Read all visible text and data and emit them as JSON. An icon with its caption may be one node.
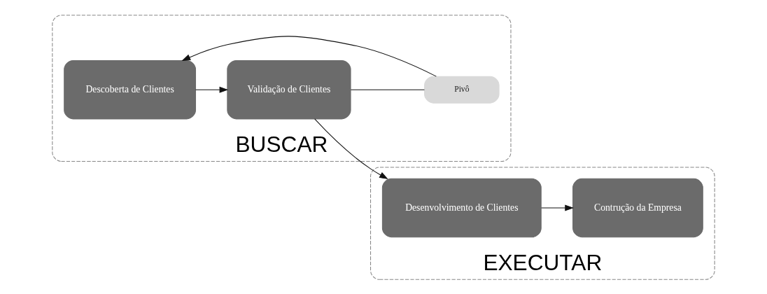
{
  "diagram": {
    "nodes": [
      {
        "text": [
          "BUSCAR"
        ]
      },
      {
        "text": [
          "Descoberta de Clientes"
        ],
        "in": 0
      },
      {
        "text": [
          "Validação de Clientes"
        ],
        "in": 0
      },
      {
        "text": [
          "Pivô"
        ],
        "in": 0
      },
      {
        "text": [
          "EXECUTAR"
        ]
      },
      {
        "text": [
          "Desenvolvimento de Clientes"
        ],
        "in": 4
      },
      {
        "text": [
          "Contrução da Empresa"
        ],
        "in": 4
      }
    ],
    "edges": [
      {
        "from": 1,
        "to": 2,
        "arrow": "to"
      },
      {
        "from": 2,
        "to": 5,
        "arrow": "to"
      },
      {
        "from": 5,
        "to": 6,
        "arrow": "to"
      },
      {
        "from": 2,
        "to": 3,
        "arrow": "none"
      },
      {
        "from": 3,
        "to": 1,
        "arrow": "to"
      }
    ]
  }
}
